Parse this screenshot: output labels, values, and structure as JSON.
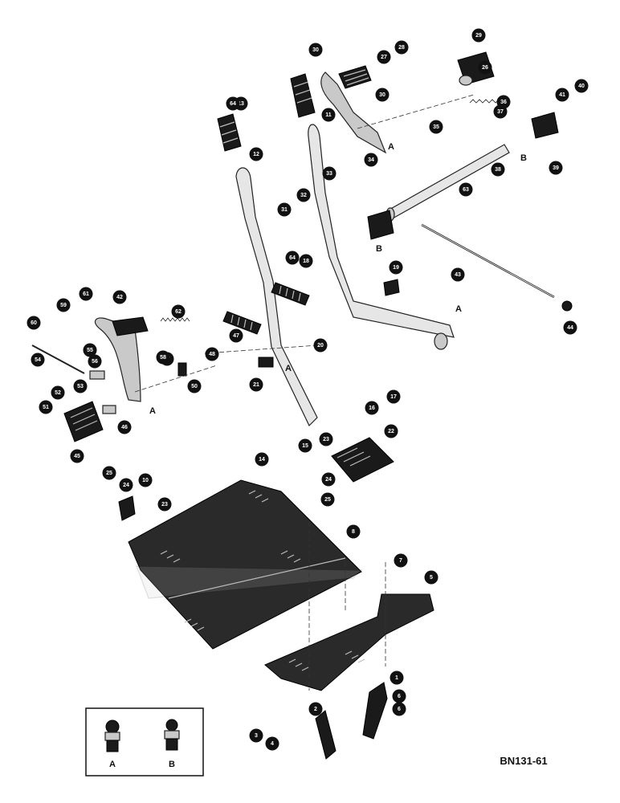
{
  "drawing_code": "BN131-61",
  "legend": {
    "fitting_a": "A",
    "fitting_b": "B"
  },
  "view_labels": [
    "A",
    "A",
    "A",
    "A",
    "B",
    "B"
  ],
  "callouts": [
    "1",
    "2",
    "3",
    "4",
    "5",
    "6",
    "6",
    "7",
    "8",
    "10",
    "11",
    "12",
    "13",
    "14",
    "15",
    "16",
    "17",
    "18",
    "19",
    "20",
    "21",
    "22",
    "23",
    "23",
    "24",
    "24",
    "25",
    "25",
    "26",
    "27",
    "28",
    "29",
    "30",
    "30",
    "31",
    "32",
    "33",
    "34",
    "35",
    "36",
    "37",
    "38",
    "39",
    "40",
    "41",
    "42",
    "43",
    "44",
    "45",
    "46",
    "47",
    "48",
    "50",
    "51",
    "52",
    "53",
    "54",
    "55",
    "56",
    "57",
    "58",
    "59",
    "60",
    "61",
    "62",
    "63",
    "64",
    "64",
    "13",
    "19"
  ]
}
